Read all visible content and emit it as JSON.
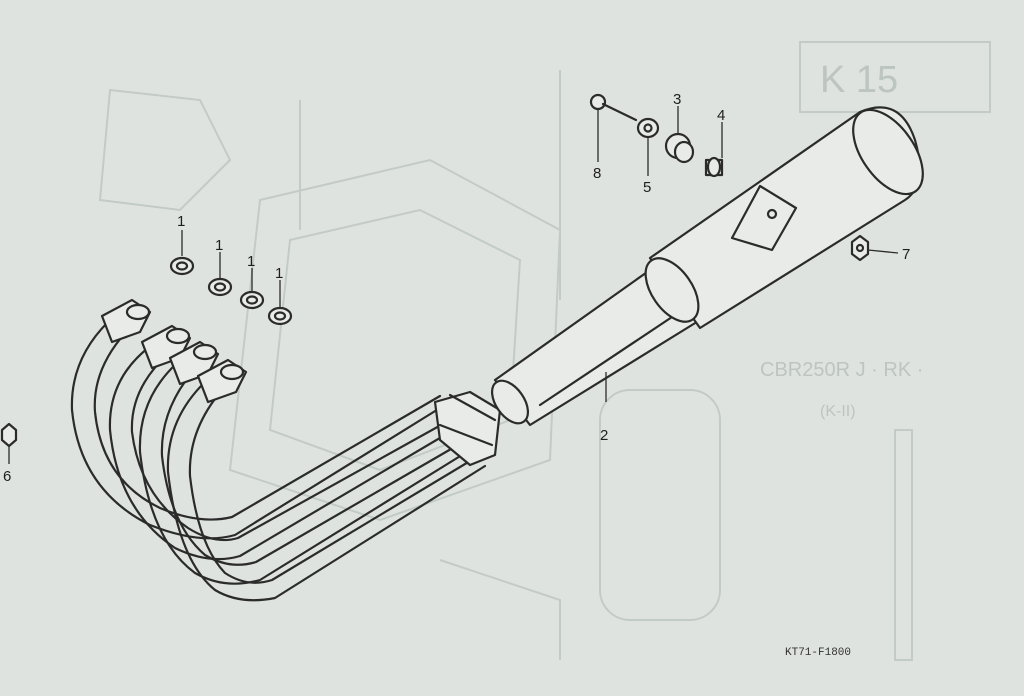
{
  "diagram": {
    "reference_code": "KT71-F1800",
    "callouts": {
      "c1a": "1",
      "c1b": "1",
      "c1c": "1",
      "c1d": "1",
      "c2": "2",
      "c3": "3",
      "c4": "4",
      "c5": "5",
      "c6": "6",
      "c7": "7",
      "c8": "8"
    },
    "ghost_text": {
      "page_box": "K 15",
      "side_title": "CBR250R J · RK ·",
      "side_sub": "(K-II)"
    }
  }
}
